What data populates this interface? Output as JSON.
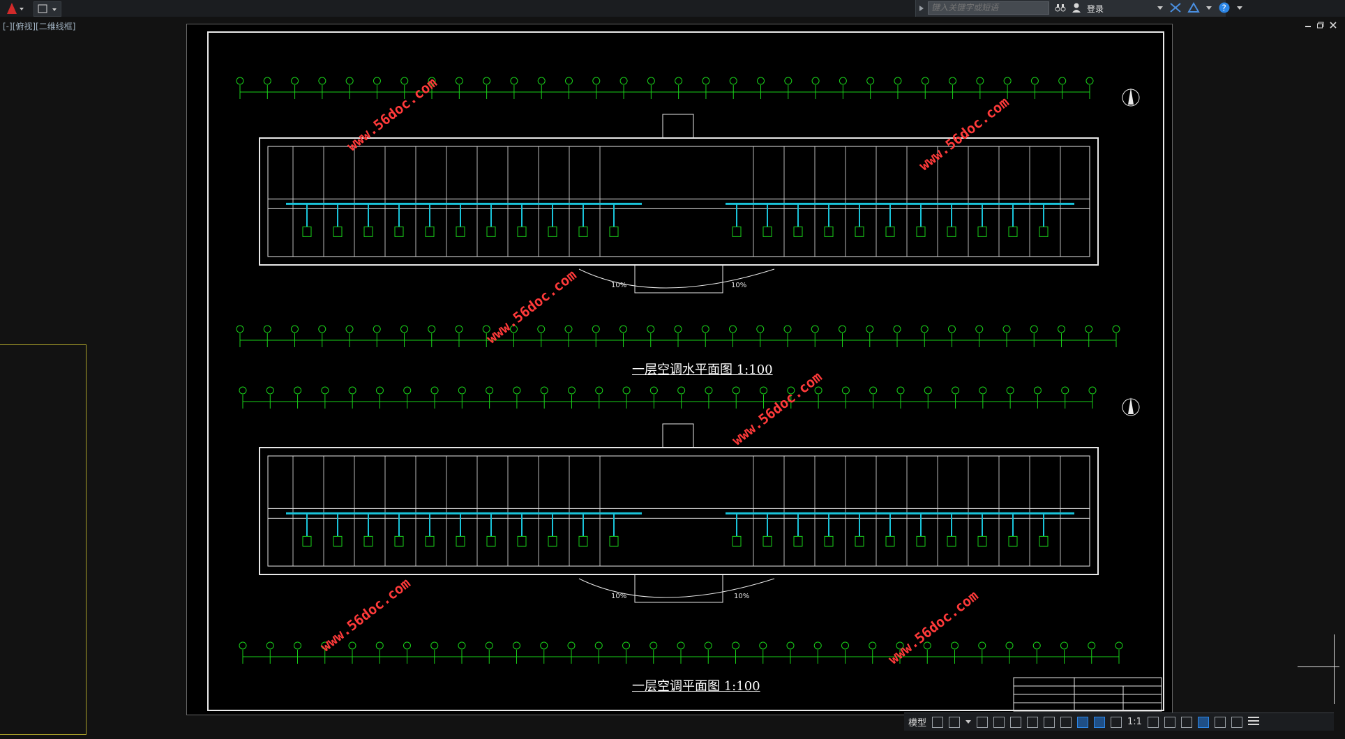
{
  "toolbar": {
    "search_placeholder": "键入关键字或短语",
    "login_label": "登录"
  },
  "viewport": {
    "label": "[-][俯视][二维线框]"
  },
  "drawing": {
    "title_top": "一层空调水平面图  1:100",
    "title_bottom": "一层空调平面图  1:100",
    "watermark": "www.56doc.com",
    "slope_label": "10%"
  },
  "statusbar": {
    "model_label": "模型",
    "scale_label": "1:1"
  },
  "colors": {
    "grid": "#19d219",
    "wall": "#e8e8e8",
    "pipe": "#19c3d9",
    "watermark": "#ff3a3a"
  }
}
